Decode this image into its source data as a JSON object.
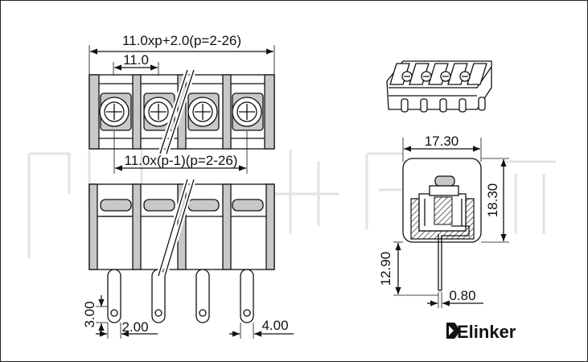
{
  "dimensions": {
    "overall_width": "11.0xp+2.0(p=2-26)",
    "pitch": "11.0",
    "span": "11.0x(p-1)(p=2-26)",
    "side_width": "17.30",
    "side_height": "18.30",
    "pin_length": "12.90",
    "pin_thickness": "0.80",
    "pin_tip": "3.00",
    "pin_width": "2.00",
    "pin_spacing": "4.00"
  },
  "brand": {
    "name": "Elinker"
  },
  "colors": {
    "line": "#111111",
    "body_gray": "#c8c8c8",
    "screw_gray": "#7a7a7a",
    "watermark": "#e3e3e3"
  },
  "icons": [
    "screw-head-icon",
    "elinker-logo-icon"
  ]
}
